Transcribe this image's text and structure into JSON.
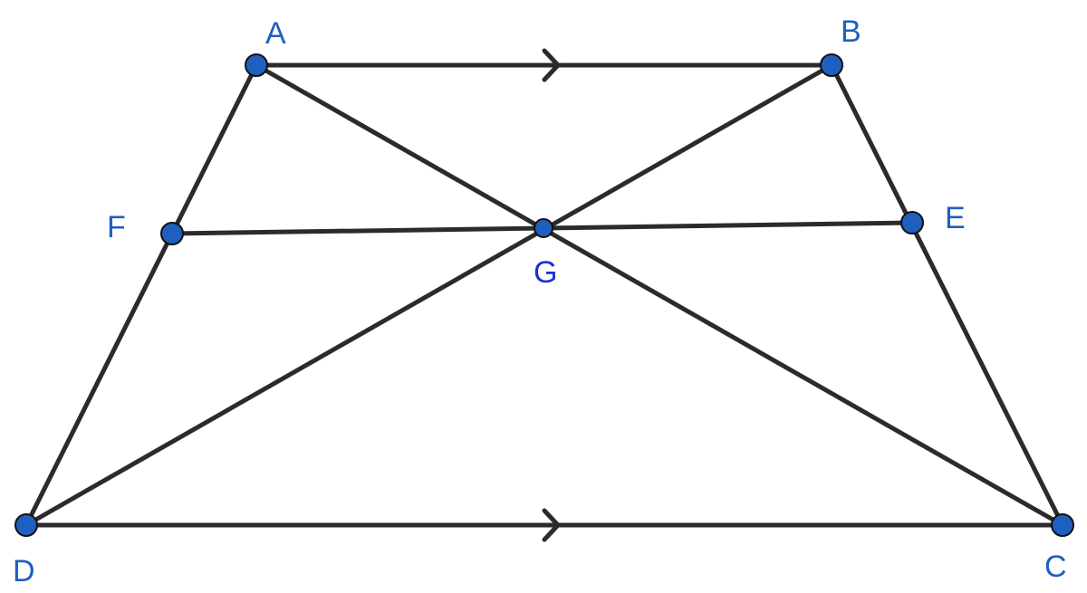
{
  "colors": {
    "line": "#2b2b2b",
    "point_fill": "#1f5fbf",
    "label": "#1f5fbf",
    "label_g": "#1a2fd6"
  },
  "points": {
    "A": {
      "label": "A"
    },
    "B": {
      "label": "B"
    },
    "C": {
      "label": "C"
    },
    "D": {
      "label": "D"
    },
    "E": {
      "label": "E"
    },
    "F": {
      "label": "F"
    },
    "G": {
      "label": "G"
    }
  },
  "segments": [
    "AB",
    "BC",
    "CD",
    "DA",
    "AC",
    "BD",
    "FE"
  ],
  "parallel_marks": [
    "AB",
    "DC"
  ]
}
